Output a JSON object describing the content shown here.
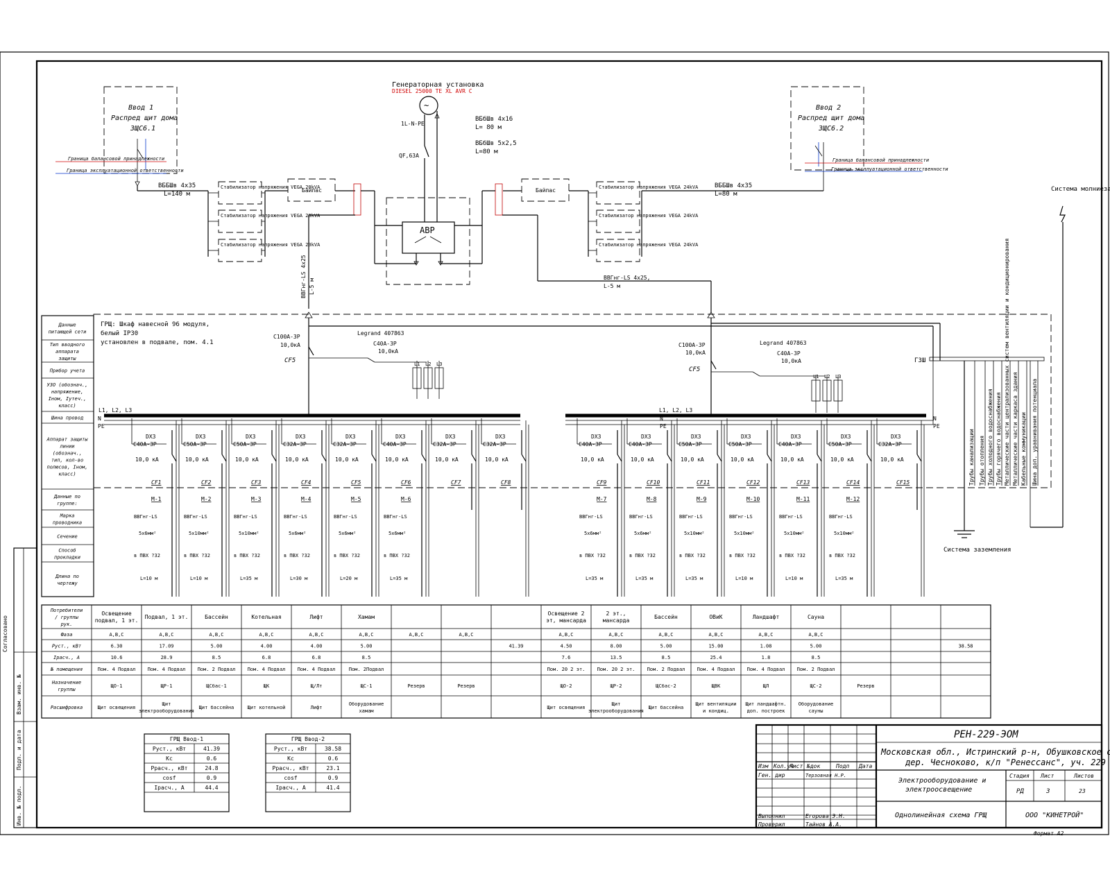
{
  "header": {
    "generator_title": "Генераторная установка",
    "generator_model": "DIESEL 25000 TE XL AVR C",
    "gen_cable_label": "1L-N-PE",
    "gen_breaker": "QF,63A",
    "gen_cable_1": "ВБбШв 4х16",
    "gen_cable_1_len": "L= 80 м",
    "gen_cable_2": "ВБбШв 5х2,5",
    "gen_cable_2_len": "L=80 м",
    "ats_label": "АВР",
    "bypass_label": "Байпас",
    "lightning_label": "Система молниезащиты",
    "grounding_label": "Система заземления",
    "gzsh_label": "ГЗШ"
  },
  "inputs": [
    {
      "title": "Ввод 1",
      "subtitle": "Распред щит дома",
      "code": "ЗЩС6.1",
      "border_red": "Граница балансовой принадлежности",
      "border_blue": "Граница эксплуатационной ответственности",
      "cable": "ВББШв 4х35",
      "cable_len": "L=140 м",
      "stabilizers": [
        "Стабилизатор напряжения VEGA 20kVA",
        "Стабилизатор напряжения VEGA 20kVA",
        "Стабилизатор напряжения VEGA 20kVA"
      ],
      "riser_cable": "ВВГнг-LS 4х25",
      "riser_len": "L-5 м",
      "main_breaker": "C100A-3P",
      "main_breaker_ka": "10,0кА",
      "main_breaker_tag": "CF5",
      "rcd_model": "Legrand 407863",
      "rcd_rating": "C40A-3P",
      "rcd_ka": "10,0кА"
    },
    {
      "title": "Ввод 2",
      "subtitle": "Распред щит дома",
      "code": "ЗЩС6.2",
      "border_red": "Граница балансовой принадлежности",
      "border_blue": "Граница эксплуатационной ответственности",
      "cable": "ВББШв 4х35",
      "cable_len": "L=80 м",
      "stabilizers": [
        "Стабилизатор напряжения VEGA 24kVA",
        "Стабилизатор напряжения VEGA 24kVA",
        "Стабилизатор напряжения VEGA 24kVA"
      ],
      "riser_cable": "ВВГнг-LS 4х25,",
      "riser_len": "L-5 м",
      "main_breaker": "C100A-3P",
      "main_breaker_ka": "10,0кА",
      "main_breaker_tag": "CF5",
      "rcd_model": "Legrand 407863",
      "rcd_rating": "C40A-3P",
      "rcd_ka": "10,0кА"
    }
  ],
  "panel": {
    "description_1": "ГРЩ: Шкаф навесной 96 модуля,",
    "description_2": "белый IP30",
    "description_3": "установлен в подвале, пом. 4.1",
    "phases": [
      "L1",
      "L2",
      "L3"
    ],
    "bus_label_left": "L1, L2, L3",
    "n_label": "N",
    "pe_label": "PE"
  },
  "row_headers": [
    "Данные питающей сети",
    "Тип вводного аппарата защиты",
    "Прибор учета",
    "УЗО (обознач., напряжение, Iном, Iутеч., класс)",
    "Шина провод",
    "Аппарат защиты линии (обознач., тип, кол-во полюсов, Iном, класс)",
    "Данные по группе:",
    "Марка проводника",
    "Сечение",
    "Способ прокладки",
    "Длина по чертежу"
  ],
  "groups": [
    {
      "dev": "DX3",
      "rating": "C40A-3P",
      "ka": "10,0 кА",
      "tag": "CF1",
      "line": "М-1",
      "wire": "ВВГнг-LS",
      "section": "5х6мм²",
      "method": "в ПВХ ?32",
      "length": "L=10 м"
    },
    {
      "dev": "DX3",
      "rating": "C50A-3P",
      "ka": "10,0 кА",
      "tag": "CF2",
      "line": "М-2",
      "wire": "ВВГнг-LS",
      "section": "5х10мм²",
      "method": "в ПВХ ?32",
      "length": "L=10 м"
    },
    {
      "dev": "DX3",
      "rating": "C50A-3P",
      "ka": "10,0 кА",
      "tag": "CF3",
      "line": "М-3",
      "wire": "ВВГнг-LS",
      "section": "5х10мм²",
      "method": "в ПВХ ?32",
      "length": "L=35 м"
    },
    {
      "dev": "DX3",
      "rating": "C32A-3P",
      "ka": "10,0 кА",
      "tag": "CF4",
      "line": "М-4",
      "wire": "ВВГнг-LS",
      "section": "5х6мм²",
      "method": "в ПВХ ?32",
      "length": "L=30 м"
    },
    {
      "dev": "DX3",
      "rating": "C32A-3P",
      "ka": "10,0 кА",
      "tag": "CF5",
      "line": "М-5",
      "wire": "ВВГнг-LS",
      "section": "5х6мм²",
      "method": "в ПВХ ?32",
      "length": "L=20 м"
    },
    {
      "dev": "DX3",
      "rating": "C40A-3P",
      "ka": "10,0 кА",
      "tag": "CF6",
      "line": "М-6",
      "wire": "ВВГнг-LS",
      "section": "5х6мм²",
      "method": "в ПВХ ?32",
      "length": "L=35 м"
    },
    {
      "dev": "DX3",
      "rating": "C32A-3P",
      "ka": "10,0 кА",
      "tag": "CF7",
      "line": "",
      "wire": "",
      "section": "",
      "method": "",
      "length": ""
    },
    {
      "dev": "DX3",
      "rating": "C32A-3P",
      "ka": "10,0 кА",
      "tag": "CF8",
      "line": "",
      "wire": "",
      "section": "",
      "method": "",
      "length": ""
    },
    {
      "dev": "DX3",
      "rating": "C40A-3P",
      "ka": "10,0 кА",
      "tag": "CF9",
      "line": "М-7",
      "wire": "ВВГнг-LS",
      "section": "5х6мм²",
      "method": "в ПВХ ?32",
      "length": "L=35 м"
    },
    {
      "dev": "DX3",
      "rating": "C40A-3P",
      "ka": "10,0 кА",
      "tag": "CF10",
      "line": "М-8",
      "wire": "ВВГнг-LS",
      "section": "5х6мм²",
      "method": "в ПВХ ?32",
      "length": "L=35 м"
    },
    {
      "dev": "DX3",
      "rating": "C50A-3P",
      "ka": "10,0 кА",
      "tag": "CF11",
      "line": "М-9",
      "wire": "ВВГнг-LS",
      "section": "5х10мм²",
      "method": "в ПВХ ?32",
      "length": "L=35 м"
    },
    {
      "dev": "DX3",
      "rating": "C50A-3P",
      "ka": "10,0 кА",
      "tag": "CF12",
      "line": "М-10",
      "wire": "ВВГнг-LS",
      "section": "5х10мм²",
      "method": "в ПВХ ?32",
      "length": "L=10 м"
    },
    {
      "dev": "DX3",
      "rating": "C40A-3P",
      "ka": "10,0 кА",
      "tag": "CF13",
      "line": "М-11",
      "wire": "ВВГнг-LS",
      "section": "5х10мм²",
      "method": "в ПВХ ?32",
      "length": "L=10 м"
    },
    {
      "dev": "DX3",
      "rating": "C50A-3P",
      "ka": "10,0 кА",
      "tag": "CF14",
      "line": "М-12",
      "wire": "ВВГнг-LS",
      "section": "5х10мм²",
      "method": "в ПВХ ?32",
      "length": "L=35 м"
    },
    {
      "dev": "DX3",
      "rating": "C32A-3P",
      "ka": "10,0 кА",
      "tag": "CF15",
      "line": "",
      "wire": "",
      "section": "",
      "method": "",
      "length": ""
    }
  ],
  "gzsh_lines": [
    "Трубы канализации",
    "Трубы отопления",
    "Трубы холодного водоснабжения",
    "Трубы горячего водоснабжения",
    "Металлические части централизованных систем вентиляции и кондиционирования",
    "Металлические части каркаса здания",
    "Кабельные коммуникации",
    "Шина доп. уравнивания потенциала"
  ],
  "consumer_table": {
    "row_labels": [
      "Потребители / группы рук.",
      "Фаза",
      "Руст., кВт",
      "Iрасч., А",
      "№ помещения",
      "Назначение группы",
      "Расшифровка"
    ],
    "columns": [
      [
        "Освещение подвал, 1 эт.",
        "A,B,C",
        "6.30",
        "10.6",
        "Пом. 4 Подвал",
        "ЩО-1",
        "Щит освещения"
      ],
      [
        "Подвал, 1 эт.",
        "A,B,C",
        "17.09",
        "28.9",
        "Пом. 4 Подвал",
        "ЩР-1",
        "Щит электрооборудования"
      ],
      [
        "Бассейн",
        "A,B,C",
        "5.00",
        "8.5",
        "Пом. 2 Подвал",
        "ЩСбас-1",
        "Щит бассейна"
      ],
      [
        "Котельная",
        "A,B,C",
        "4.00",
        "6.8",
        "Пом. 4 Подвал",
        "ЩК",
        "Щит котельной"
      ],
      [
        "Лифт",
        "A,B,C",
        "4.00",
        "6.8",
        "Пом. 4 Подвал",
        "Щ/Лт",
        "Лифт"
      ],
      [
        "Хамам",
        "A,B,C",
        "5.00",
        "8.5",
        "Пом. 2Подвал",
        "ЩС-1",
        "Оборудование хамам"
      ],
      [
        "",
        "A,B,C",
        "",
        "",
        "",
        "Резерв",
        ""
      ],
      [
        "",
        "A,B,C",
        "",
        "",
        "",
        "Резерв",
        ""
      ],
      [
        "",
        "",
        "41.39",
        "",
        "",
        "",
        ""
      ],
      [
        "Освещение 2 эт, мансарда",
        "A,B,C",
        "4.50",
        "7.6",
        "Пом. 20 2 эт.",
        "ЩО-2",
        "Щит освещения"
      ],
      [
        "2 эт., мансарда",
        "A,B,C",
        "8.00",
        "13.5",
        "Пом. 20 2 эт.",
        "ЩР-2",
        "Щит электрооборудования"
      ],
      [
        "Бассейн",
        "A,B,C",
        "5.00",
        "8.5",
        "Пом. 2 Подвал",
        "ЩСбас-2",
        "Щит бассейна"
      ],
      [
        "ОВиК",
        "A,B,C",
        "15.00",
        "25.4",
        "Пом. 4 Подвал",
        "ЩВК",
        "Щит вентиляции и кондиц."
      ],
      [
        "Ландшафт",
        "A,B,C",
        "1.08",
        "1.8",
        "Пом. 4 Подвал",
        "ЩЛ",
        "Щит ландшафтн. доп. построек"
      ],
      [
        "Сауна",
        "A,B,C",
        "5.00",
        "8.5",
        "Пом. 2 Подвал",
        "ЩС-2",
        "Оборудование сауны"
      ],
      [
        "",
        "",
        "",
        "",
        "",
        "Резерв",
        ""
      ],
      [
        "",
        "",
        "",
        "",
        "",
        "",
        ""
      ],
      [
        "",
        "",
        "38.58",
        "",
        "",
        "",
        ""
      ]
    ]
  },
  "summary_tables": [
    {
      "title": "ГРЩ Ввод-1",
      "rows": [
        [
          "Руст., кВт",
          "41.39"
        ],
        [
          "Кс",
          "0.6"
        ],
        [
          "Ррасч., кВт",
          "24.8"
        ],
        [
          "cosf",
          "0.9"
        ],
        [
          "Iрасч., А",
          "44.4"
        ]
      ]
    },
    {
      "title": "ГРЩ Ввод-2",
      "rows": [
        [
          "Руст., кВт",
          "38.58"
        ],
        [
          "Кс",
          "0.6"
        ],
        [
          "Ррасч., кВт",
          "23.1"
        ],
        [
          "cosf",
          "0.9"
        ],
        [
          "Iрасч., А",
          "41.4"
        ]
      ]
    }
  ],
  "title_block": {
    "doc_code": "РЕН-229-ЭОМ",
    "address_1": "Московская обл., Истринский р-н, Обушковское с/п,",
    "address_2": "дер. Чесноково, к/п \"Ренессанс\", уч. 229",
    "col_headers": [
      "Изм",
      "Кол.уч",
      "Лист",
      "№док",
      "Подп",
      "Дата"
    ],
    "role_1": "Ген. дир",
    "name_1": "Терзовная Н.Р.",
    "role_2": "Выполнил",
    "name_2": "Егорова Э.Н.",
    "role_3": "Проверил",
    "name_3": "Тайнов А.А.",
    "project_title_1": "Электрооборудование и",
    "project_title_2": "электроосвещение",
    "stage_hdr": "Стадия",
    "sheet_hdr": "Лист",
    "sheets_hdr": "Листов",
    "stage": "РД",
    "sheet": "3",
    "sheets": "23",
    "drawing_title": "Однолинейная схема ГРЩ",
    "company": "ООО \"КИНЕТРОЙ\"",
    "format": "Формат А2"
  },
  "side_stamps": [
    "Согласовано",
    "Взам. инв. №",
    "Подп. и дата",
    "Инв. № подл."
  ]
}
